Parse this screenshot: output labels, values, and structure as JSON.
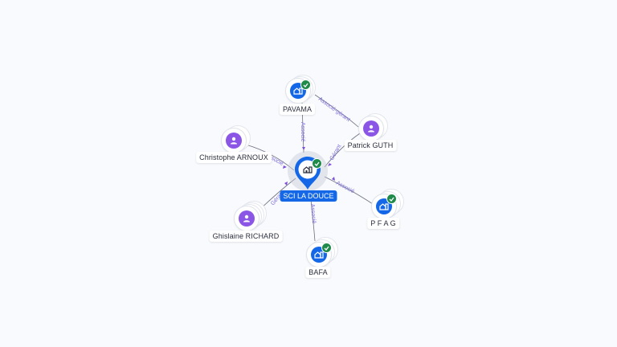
{
  "colors": {
    "background": "#f8fafd",
    "company": "#1468e8",
    "person": "#8b55e6",
    "verified": "#1f8a4a",
    "edge_label": "#7b6cd9"
  },
  "center": {
    "label": "SCI LA DOUCE",
    "icon": "building-icon",
    "verified": true
  },
  "nodes": [
    {
      "id": "pavama",
      "label": "PAVAMA",
      "type": "company",
      "icon": "building-icon",
      "verified": true
    },
    {
      "id": "patrick",
      "label": "Patrick GUTH",
      "type": "person",
      "icon": "person-icon",
      "verified": false
    },
    {
      "id": "christophe",
      "label": "Christophe ARNOUX",
      "type": "person",
      "icon": "person-icon",
      "verified": false
    },
    {
      "id": "ghislaine",
      "label": "Ghislaine RICHARD",
      "type": "person",
      "icon": "person-icon",
      "verified": false
    },
    {
      "id": "pfag",
      "label": "P F A G",
      "type": "company",
      "icon": "building-icon",
      "verified": true
    },
    {
      "id": "bafa",
      "label": "BAFA",
      "type": "company",
      "icon": "building-icon",
      "verified": true
    }
  ],
  "edges": [
    {
      "from": "pavama",
      "to": "center",
      "label": "Associé"
    },
    {
      "from": "pavama",
      "to": "patrick",
      "label": "Associé-gérant"
    },
    {
      "from": "patrick",
      "to": "center",
      "label": "Gérant"
    },
    {
      "from": "christophe",
      "to": "center",
      "label": "Associé"
    },
    {
      "from": "ghislaine",
      "to": "center",
      "label": "Gérant"
    },
    {
      "from": "pfag",
      "to": "center",
      "label": "Associé"
    },
    {
      "from": "bafa",
      "to": "center",
      "label": "Associé"
    }
  ]
}
